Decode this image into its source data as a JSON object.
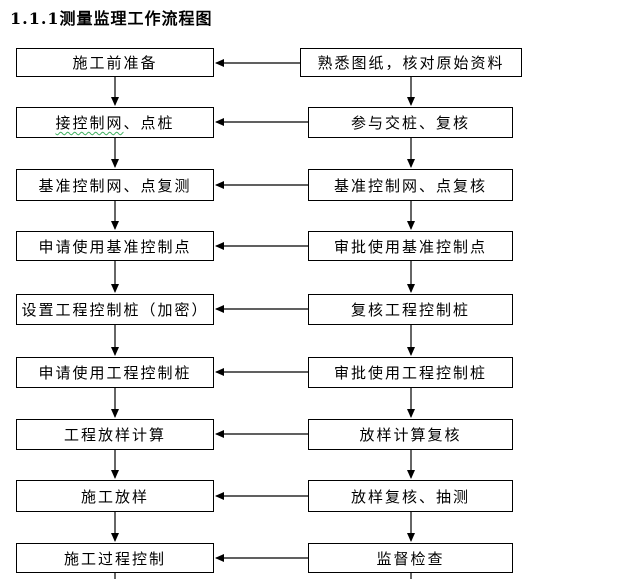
{
  "title": "1.1.1测量监理工作流程图",
  "flowchart": {
    "rows": [
      {
        "left": "施工前准备",
        "right": "熟悉图纸，核对原始资料"
      },
      {
        "left_underlined": "接控制网",
        "left_rest": "、点桩",
        "right": "参与交桩、复核"
      },
      {
        "left": "基准控制网、点复测",
        "right": "基准控制网、点复核"
      },
      {
        "left": "申请使用基准控制点",
        "right": "审批使用基准控制点"
      },
      {
        "left": "设置工程控制桩（加密）",
        "right": "复核工程控制桩"
      },
      {
        "left": "申请使用工程控制桩",
        "right": "审批使用工程控制桩"
      },
      {
        "left": "工程放样计算",
        "right": "放样计算复核"
      },
      {
        "left": "施工放样",
        "right": "放样复核、抽测"
      },
      {
        "left": "施工过程控制",
        "right": "监督检查"
      }
    ],
    "arrow_direction_horizontal": "right-to-left",
    "arrow_direction_vertical": "down",
    "line_color": "#000000",
    "grammar_underline_color": "#3faf5f",
    "background_color": "#ffffff"
  }
}
